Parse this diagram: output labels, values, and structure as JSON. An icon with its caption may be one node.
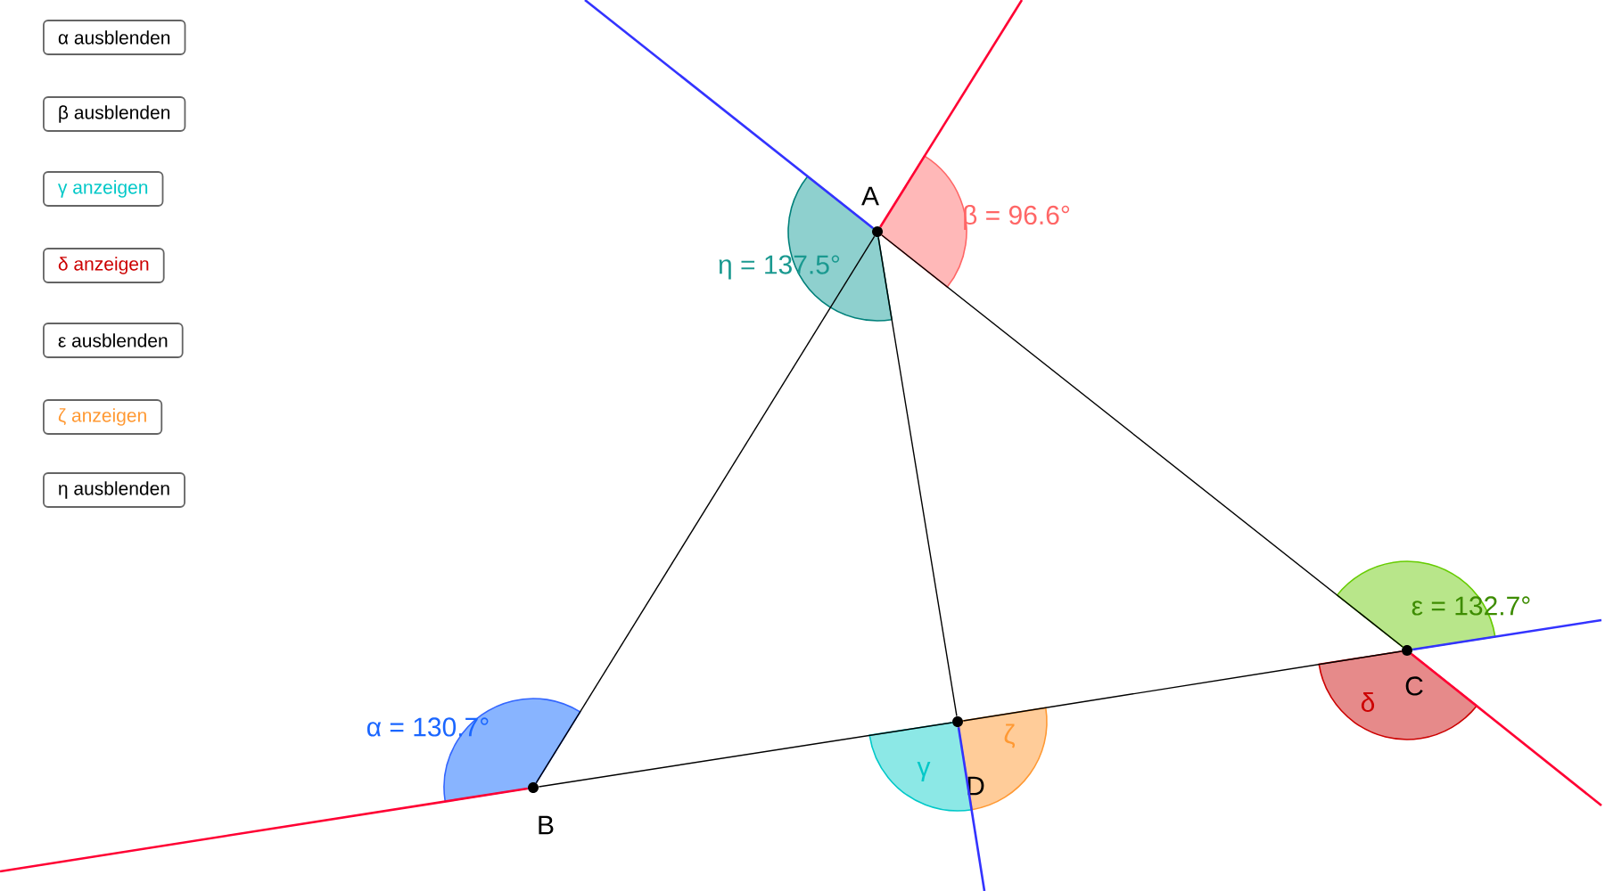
{
  "diagram": {
    "nodes": [
      {
        "text": [
          "α ausblenden"
        ]
      },
      {
        "text": [
          "β ausblenden"
        ]
      },
      {
        "text": [
          "γ anzeigen"
        ]
      },
      {
        "text": [
          "δ anzeigen"
        ]
      },
      {
        "text": [
          "ε ausblenden"
        ]
      },
      {
        "text": [
          "ζ anzeigen"
        ]
      },
      {
        "text": [
          "η ausblenden"
        ]
      },
      {
        "text": [
          "A"
        ]
      },
      {
        "text": [
          "B"
        ]
      },
      {
        "text": [
          "C"
        ]
      },
      {
        "text": [
          "D"
        ]
      }
    ],
    "edges": [
      {
        "from": 7,
        "to": 8,
        "arrow": "none"
      },
      {
        "from": 7,
        "to": 10,
        "arrow": "none"
      },
      {
        "from": 7,
        "to": 9,
        "arrow": "none"
      },
      {
        "from": 8,
        "to": 10,
        "arrow": "none"
      },
      {
        "from": 10,
        "to": 9,
        "arrow": "none"
      },
      {
        "from": 7,
        "to": null,
        "arrow": "none",
        "color": "#3333ff"
      },
      {
        "from": 7,
        "to": null,
        "arrow": "none",
        "color": "#ff0033"
      },
      {
        "from": 8,
        "to": null,
        "arrow": "none",
        "color": "#ff0033"
      },
      {
        "from": 9,
        "to": null,
        "arrow": "none",
        "color": "#3333ff"
      },
      {
        "from": 9,
        "to": null,
        "arrow": "none",
        "color": "#ff0033"
      },
      {
        "from": 10,
        "to": null,
        "arrow": "none",
        "color": "#3333ff"
      }
    ],
    "labels": [
      "η = 137.5°",
      "β = 96.6°",
      "ε = 132.7°",
      "δ",
      "α = 130.7°",
      "γ",
      "ζ"
    ]
  }
}
